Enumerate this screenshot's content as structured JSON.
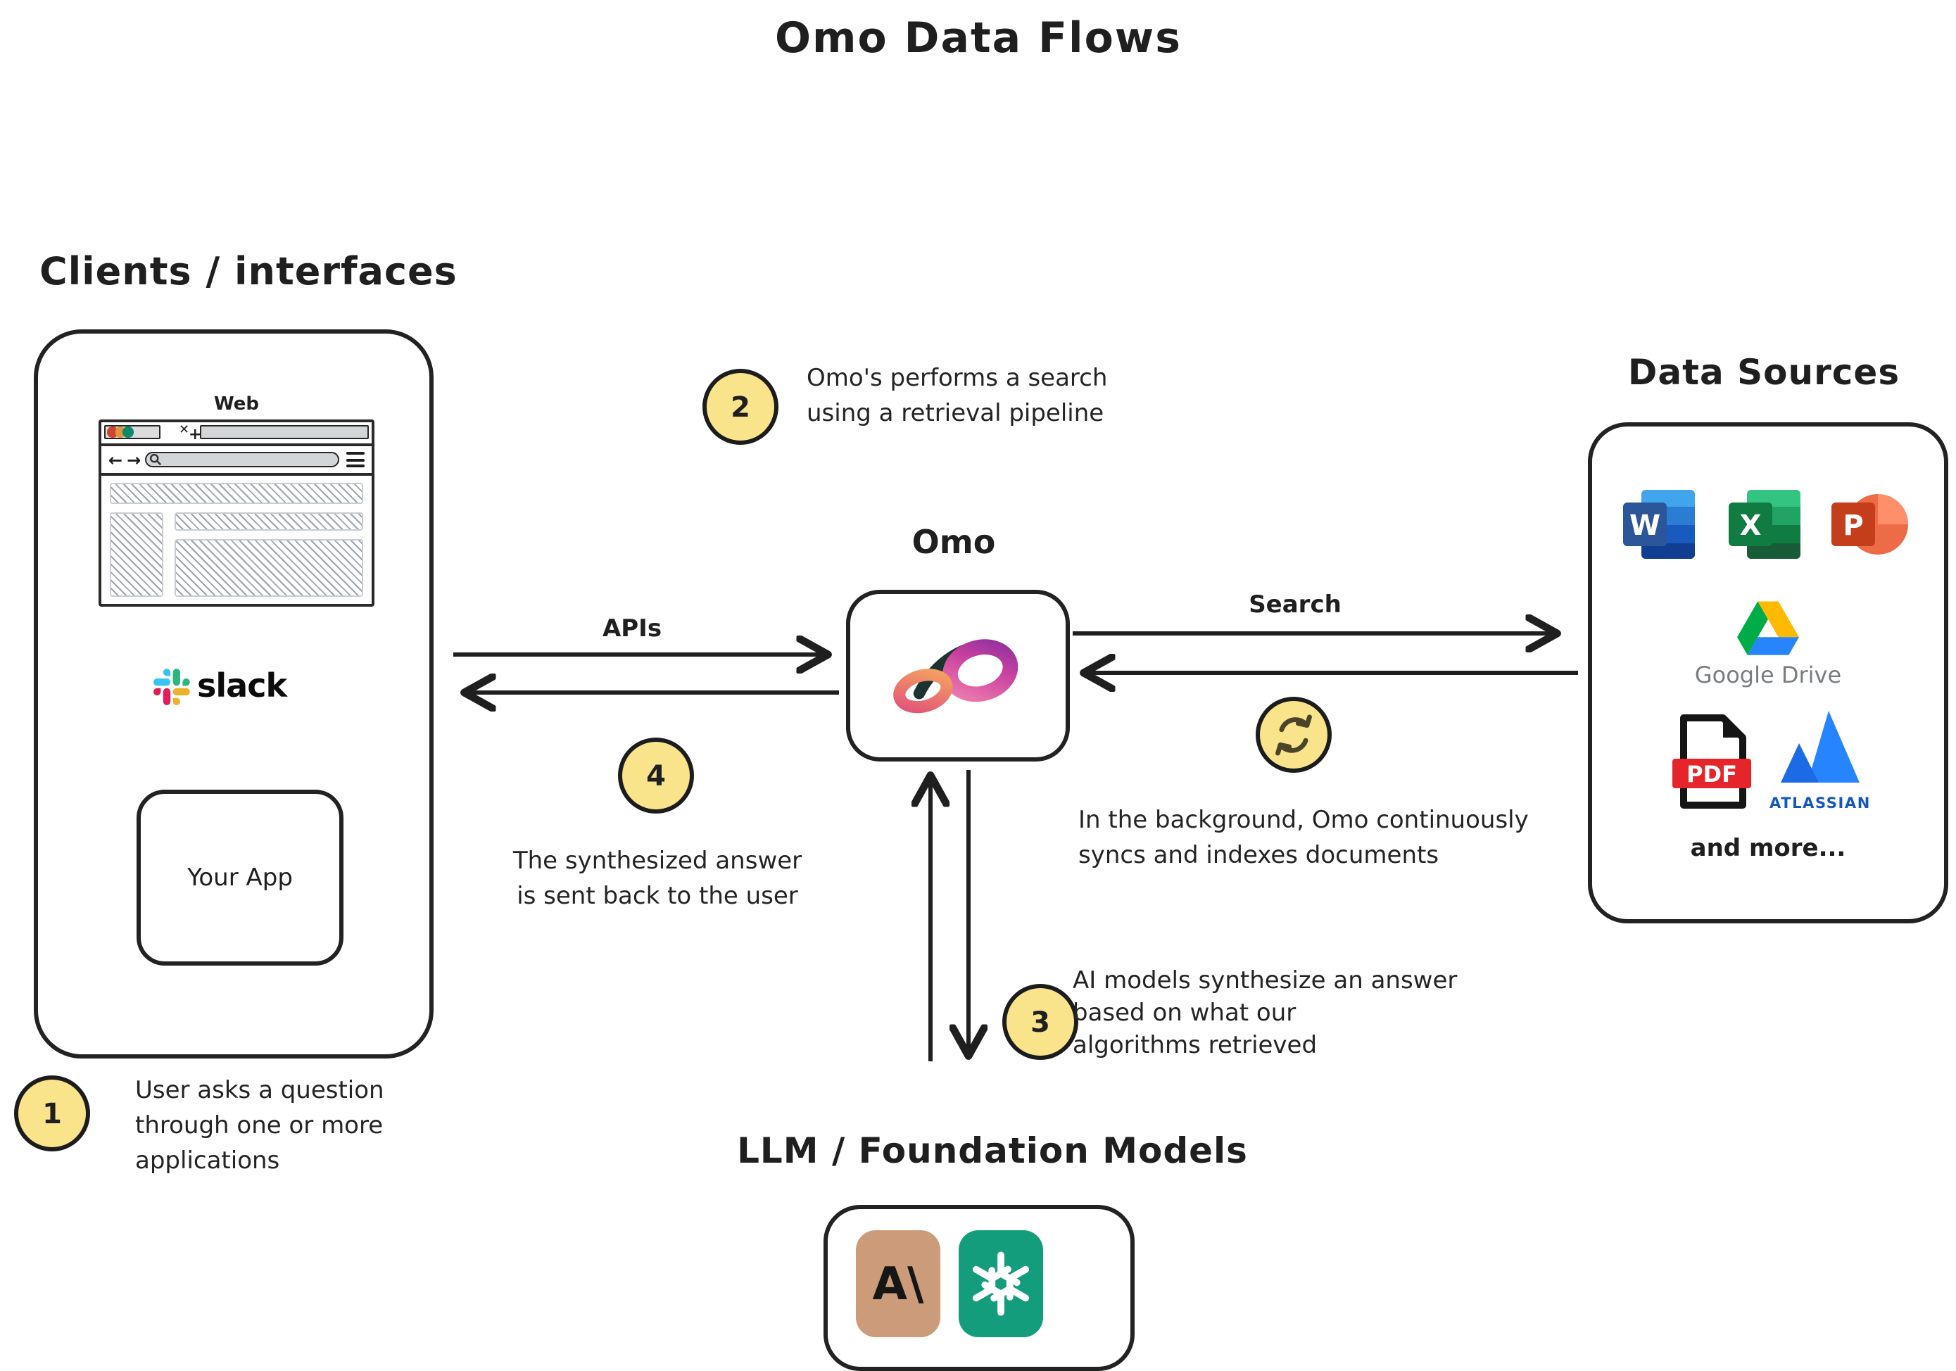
{
  "title": "Omo Data Flows",
  "clients": {
    "heading": "Clients / interfaces",
    "web_label": "Web",
    "slack_label": "slack",
    "your_app_label": "Your App"
  },
  "omo": {
    "label": "Omo"
  },
  "flows": {
    "apis": "APIs",
    "search": "Search"
  },
  "steps": [
    {
      "number": "1",
      "text": "User asks a question\nthrough one or more\napplications"
    },
    {
      "number": "2",
      "text": "Omo's performs a search\nusing a retrieval pipeline"
    },
    {
      "number": "3",
      "text": "AI models synthesize an answer\nbased on what our\nalgorithms retrieved"
    },
    {
      "number": "4",
      "text": "The synthesized answer\nis sent back to the user"
    }
  ],
  "sync_note": "In the background, Omo continuously\nsyncs and indexes documents",
  "data_sources": {
    "heading": "Data Sources",
    "word_letter": "W",
    "excel_letter": "X",
    "powerpoint_letter": "P",
    "google_drive": "Google Drive",
    "pdf": "PDF",
    "atlassian": "ATLASSIAN",
    "more": "and more..."
  },
  "llm": {
    "heading": "LLM / Foundation Models",
    "anthropic_glyph": "A\\"
  },
  "colors": {
    "ink": "#1f1f1f",
    "badge_yellow": "#F9E48B",
    "anthropic_tan": "#CB9B7A",
    "openai_teal": "#149D7D",
    "pdf_red": "#E5252A",
    "atlassian_blue": "#2684FF",
    "drive_green": "#00AC47",
    "drive_yellow": "#FFBA00",
    "drive_blue": "#2684FC",
    "slack_blue": "#36C5F0",
    "slack_green": "#2EB67D",
    "slack_yellow": "#ECB22E",
    "slack_red": "#E01E5A",
    "word_blue": "#2B579A",
    "excel_green": "#107C41",
    "powerpoint_orange": "#C43E1C",
    "omo_dark": "#1C3330",
    "omo_gradient": [
      "#F5A55F",
      "#E2517B",
      "#C8409F",
      "#8E2FA0"
    ]
  }
}
